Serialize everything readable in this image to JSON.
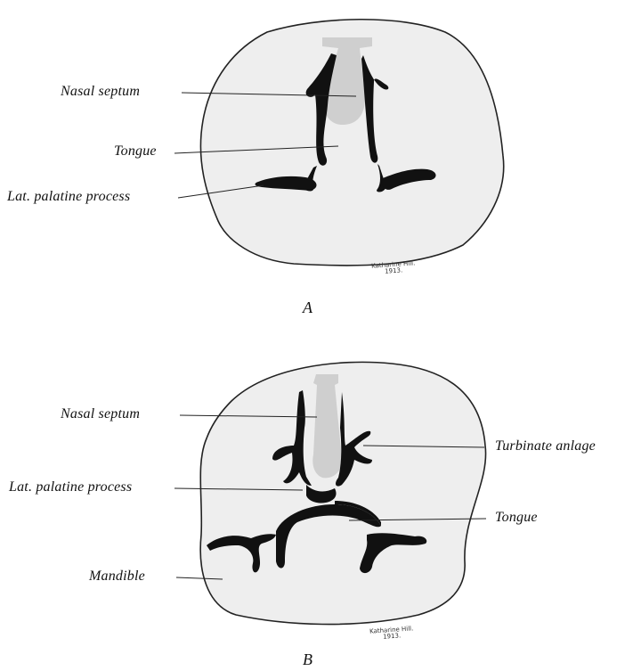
{
  "panels": [
    {
      "letter": "A",
      "labels": {
        "nasal_septum": "Nasal septum",
        "tongue": "Tongue",
        "lat_palatine_process": "Lat. palatine process"
      },
      "signature": {
        "line1": "Katharine Hill.",
        "line2": "1913."
      }
    },
    {
      "letter": "B",
      "labels": {
        "nasal_septum": "Nasal septum",
        "turbinate_anlage": "Turbinate anlage",
        "lat_palatine_process": "Lat. palatine process",
        "tongue": "Tongue",
        "mandible": "Mandible"
      },
      "signature": {
        "line1": "Katharine Hill.",
        "line2": "1913."
      }
    }
  ],
  "colors": {
    "tissue": "#eeeeee",
    "cavity": "#111111",
    "septum": "#cfcfcf",
    "outline": "#222222"
  }
}
